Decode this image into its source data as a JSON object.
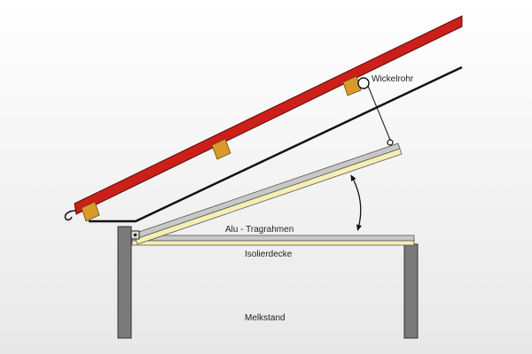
{
  "labels": {
    "wickelrohr": "Wickelrohr",
    "alu_tragrahmen": "Alu - Tragrahmen",
    "isolierdecke": "Isolierdecke",
    "melkstand": "Melkstand"
  },
  "colors": {
    "background_top": "#ffffff",
    "background_bottom": "#e8e8e8",
    "roof_tile": "#cc1f1a",
    "roof_tile_edge": "#5a0d0a",
    "wood_block": "#d99a2b",
    "wood_block_edge": "#6b4a12",
    "aluminium": "#c8c8c8",
    "insulation": "#f6eeb4",
    "wall": "#7a7a7a",
    "line": "#111111"
  }
}
